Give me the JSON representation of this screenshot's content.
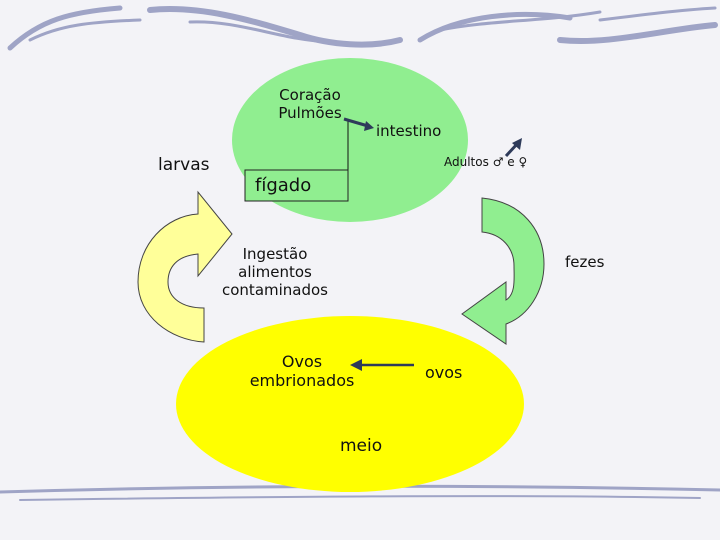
{
  "colors": {
    "background": "#f3f3f7",
    "brush_stroke": "#9fa4c6",
    "upper_ellipse": "#90ee90",
    "lower_ellipse": "#ffff00",
    "left_arrow": "#ffff99",
    "right_arrow": "#90ee90",
    "arrow_line": "#2e3b5a"
  },
  "labels": {
    "heart_lungs": "Coração\nPulmões",
    "intestine": "intestino",
    "larvae": "larvas",
    "adults": "Adultos",
    "male_symbol": "♂",
    "and": "e",
    "female_symbol": "♀",
    "liver": "fígado",
    "ingestion": "Ingestão\nalimentos\ncontaminados",
    "feces": "fezes",
    "embryonated_eggs": "Ovos\nembrionados",
    "eggs": "ovos",
    "environment": "meio"
  }
}
